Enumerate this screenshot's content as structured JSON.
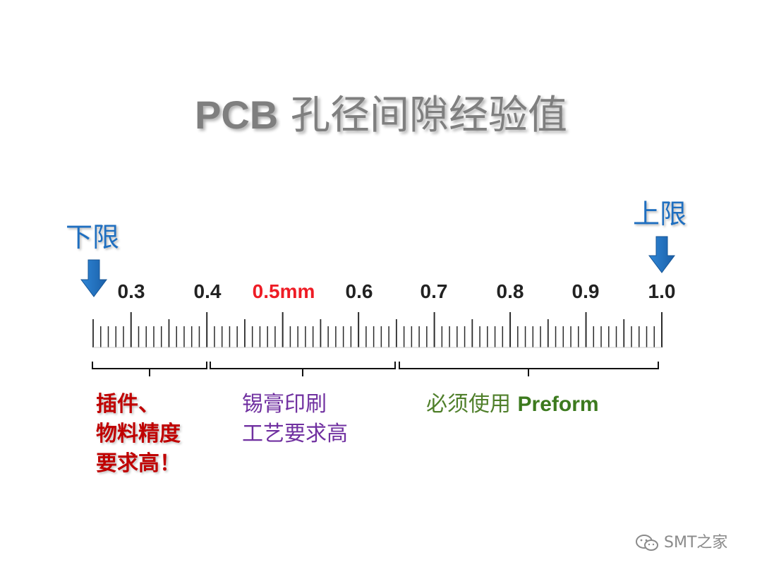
{
  "title": {
    "prefix": "PCB",
    "rest": " 孔径间隙经验值"
  },
  "limits": {
    "lower": "下限",
    "upper": "上限"
  },
  "ruler": {
    "labels": [
      "0.3",
      "0.4",
      "0.5mm",
      "0.6",
      "0.7",
      "0.8",
      "0.9",
      "1.0"
    ],
    "highlight_index": 2,
    "highlight_color": "#ee1c25",
    "arrow_color": "#1f6fc0"
  },
  "groups": [
    {
      "lines": [
        "插件、",
        "物料精度",
        "要求高！"
      ],
      "color": "#c00000"
    },
    {
      "lines": [
        "锡膏印刷",
        "工艺要求高"
      ],
      "color": "#7030a0"
    },
    {
      "cn": "必须使用 ",
      "en": "Preform",
      "color": "#4f7f2a"
    }
  ],
  "watermark": {
    "icon": "wechat-icon",
    "text": "SMT之家"
  }
}
